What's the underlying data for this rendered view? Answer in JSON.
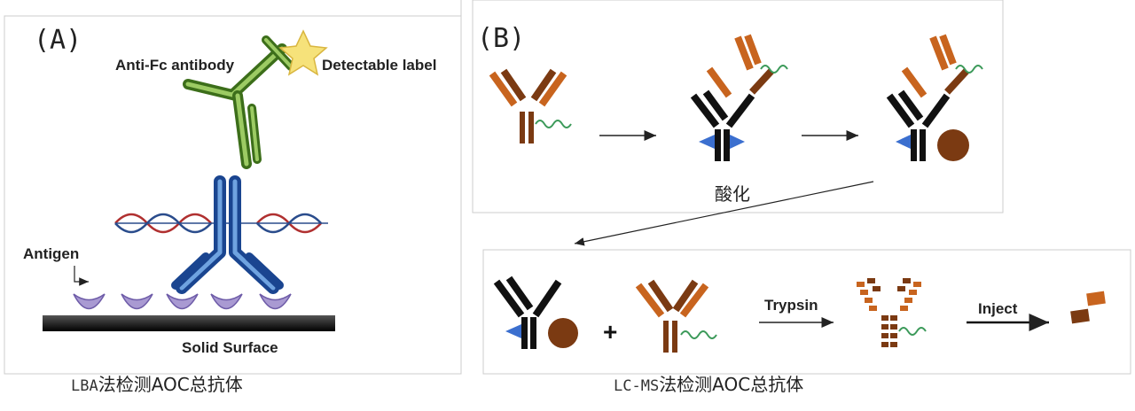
{
  "panel_a": {
    "letter": "(A)",
    "labels": {
      "anti_fc": "Anti-Fc antibody",
      "detectable": "Detectable label",
      "antigen": "Antigen",
      "surface": "Solid Surface"
    },
    "caption_prefix": "LBA",
    "caption_suffix": "法检测AOC总抗体"
  },
  "panel_b": {
    "letter": "(B)",
    "step_acid": "酸化",
    "step_trypsin": "Trypsin",
    "step_inject": "Inject",
    "plus": "+",
    "caption_prefix": "LC-MS",
    "caption_suffix": "法检测AOC总抗体"
  },
  "colors": {
    "orange": "#c8641e",
    "brown": "#7b3a12",
    "green_ab": "#5a8c2a",
    "blue_ab": "#2a5caa",
    "black": "#111111",
    "antigen": "#a99ad2"
  }
}
